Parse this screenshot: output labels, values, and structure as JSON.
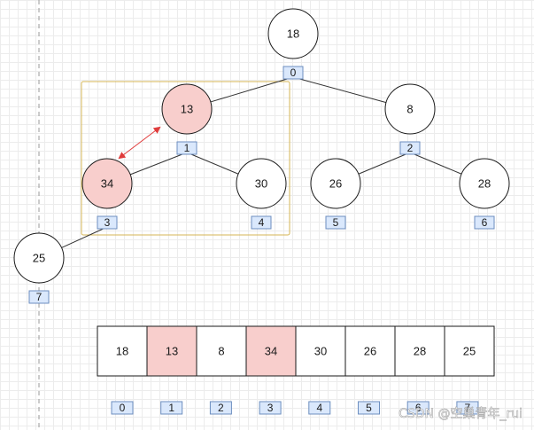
{
  "colors": {
    "highlight_fill": "#f8cecc",
    "highlight_stroke": "#b85450",
    "node_fill": "#ffffff",
    "index_fill": "#dae8fc",
    "index_stroke": "#6c8ebf",
    "group_box_stroke": "#d6b656",
    "swap_arrow": "#e03c3c",
    "guide_line": "#999999"
  },
  "tree": {
    "nodes": [
      {
        "value": "18",
        "index": "0",
        "highlight": false
      },
      {
        "value": "13",
        "index": "1",
        "highlight": true
      },
      {
        "value": "8",
        "index": "2",
        "highlight": false
      },
      {
        "value": "34",
        "index": "3",
        "highlight": true
      },
      {
        "value": "30",
        "index": "4",
        "highlight": false
      },
      {
        "value": "26",
        "index": "5",
        "highlight": false
      },
      {
        "value": "28",
        "index": "6",
        "highlight": false
      },
      {
        "value": "25",
        "index": "7",
        "highlight": false
      }
    ],
    "edges": [
      [
        0,
        1
      ],
      [
        0,
        2
      ],
      [
        1,
        3
      ],
      [
        1,
        4
      ],
      [
        2,
        5
      ],
      [
        2,
        6
      ],
      [
        3,
        7
      ]
    ],
    "swap_arrow_between": [
      1,
      3
    ]
  },
  "array": {
    "values": [
      "18",
      "13",
      "8",
      "34",
      "30",
      "26",
      "28",
      "25"
    ],
    "indices": [
      "0",
      "1",
      "2",
      "3",
      "4",
      "5",
      "6",
      "7"
    ],
    "highlighted": [
      1,
      3
    ]
  },
  "watermark": "CSDN @空巢青年_rui"
}
